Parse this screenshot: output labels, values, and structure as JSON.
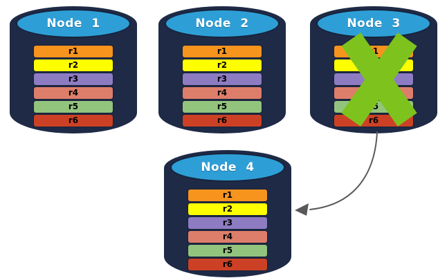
{
  "nodes": [
    {
      "label": "Node 1",
      "failed": false,
      "replicas": [
        {
          "label": "r1",
          "color": "#F7941E"
        },
        {
          "label": "r2",
          "color": "#FFFF00"
        },
        {
          "label": "r3",
          "color": "#8E7CC3"
        },
        {
          "label": "r4",
          "color": "#DD7E6B"
        },
        {
          "label": "r5",
          "color": "#93C47D"
        },
        {
          "label": "r6",
          "color": "#CC4125"
        }
      ]
    },
    {
      "label": "Node 2",
      "failed": false,
      "replicas": [
        {
          "label": "r1",
          "color": "#F7941E"
        },
        {
          "label": "r2",
          "color": "#FFFF00"
        },
        {
          "label": "r3",
          "color": "#8E7CC3"
        },
        {
          "label": "r4",
          "color": "#DD7E6B"
        },
        {
          "label": "r5",
          "color": "#93C47D"
        },
        {
          "label": "r6",
          "color": "#CC4125"
        }
      ]
    },
    {
      "label": "Node 3",
      "failed": true,
      "replicas": [
        {
          "label": "r1",
          "color": "#F7941E"
        },
        {
          "label": "r2",
          "color": "#FFFF00"
        },
        {
          "label": "r3",
          "color": "#8E7CC3"
        },
        {
          "label": "r4",
          "color": "#DD7E6B"
        },
        {
          "label": "r5",
          "color": "#93C47D"
        },
        {
          "label": "r6",
          "color": "#CC4125"
        }
      ]
    },
    {
      "label": "Node 4",
      "failed": false,
      "replicas": [
        {
          "label": "r1",
          "color": "#F7941E"
        },
        {
          "label": "r2",
          "color": "#FFFF00"
        },
        {
          "label": "r3",
          "color": "#8E7CC3"
        },
        {
          "label": "r4",
          "color": "#DD7E6B"
        },
        {
          "label": "r5",
          "color": "#93C47D"
        },
        {
          "label": "r6",
          "color": "#CC4125"
        }
      ]
    }
  ],
  "failure_mark": {
    "icon": "x-cross-icon",
    "on_node": "Node 3",
    "color": "#7EC21E"
  },
  "arrow": {
    "icon": "curved-arrow-icon",
    "from": "Node 3",
    "to": "Node 4",
    "color": "#595959"
  },
  "style_colors": {
    "background": "#FFFFFF",
    "cylinder_body": "#1E2A46",
    "cylinder_top": "#2E9FD6",
    "title_text": "#FFFFFF",
    "replica_text": "#000000"
  }
}
